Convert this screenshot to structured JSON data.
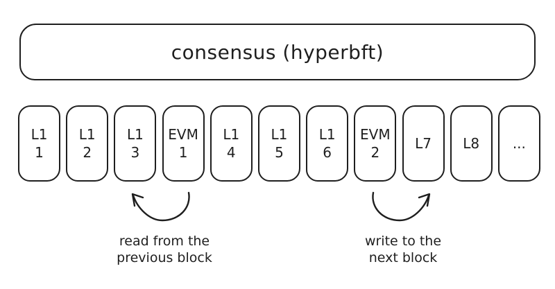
{
  "consensus": {
    "label": "consensus (hyperbft)"
  },
  "blocks": [
    {
      "line1": "L1",
      "line2": "1"
    },
    {
      "line1": "L1",
      "line2": "2"
    },
    {
      "line1": "L1",
      "line2": "3"
    },
    {
      "line1": "EVM",
      "line2": "1"
    },
    {
      "line1": "L1",
      "line2": "4"
    },
    {
      "line1": "L1",
      "line2": "5"
    },
    {
      "line1": "L1",
      "line2": "6"
    },
    {
      "line1": "EVM",
      "line2": "2"
    },
    {
      "line1": "L7"
    },
    {
      "line1": "L8"
    },
    {
      "line1": "..."
    }
  ],
  "annotations": {
    "read": {
      "line1": "read from the",
      "line2": "previous block"
    },
    "write": {
      "line1": "write to the",
      "line2": "next block"
    }
  },
  "colors": {
    "stroke": "#1e1e1e",
    "background": "#ffffff"
  }
}
